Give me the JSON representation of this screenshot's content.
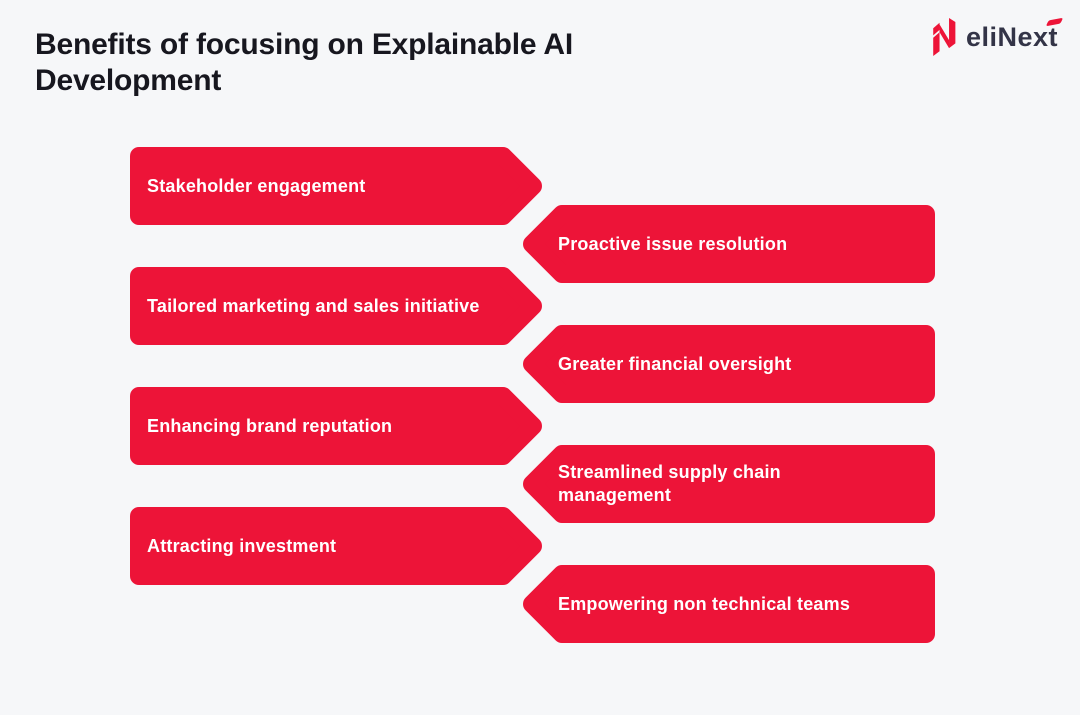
{
  "page": {
    "background": "#f6f7f9"
  },
  "header": {
    "title_line1": "Benefits of focusing on Explainable AI",
    "title_line2": "Development",
    "title_color": "#17171f",
    "logo": {
      "wordmark": "eliNext",
      "mark_color": "#ed1438",
      "text_color": "#333447",
      "accent_color": "#ed1438"
    }
  },
  "diagram": {
    "banner_color": "#ed1438",
    "label_color": "#ffffff",
    "left_banners": [
      {
        "label": "Stakeholder engagement"
      },
      {
        "label": "Tailored marketing and sales initiative"
      },
      {
        "label": "Enhancing brand reputation"
      },
      {
        "label": "Attracting investment"
      }
    ],
    "right_banners": [
      {
        "label": "Proactive issue resolution"
      },
      {
        "label": "Greater financial oversight"
      },
      {
        "label": "Streamlined supply chain management"
      },
      {
        "label": "Empowering non technical teams"
      }
    ]
  }
}
